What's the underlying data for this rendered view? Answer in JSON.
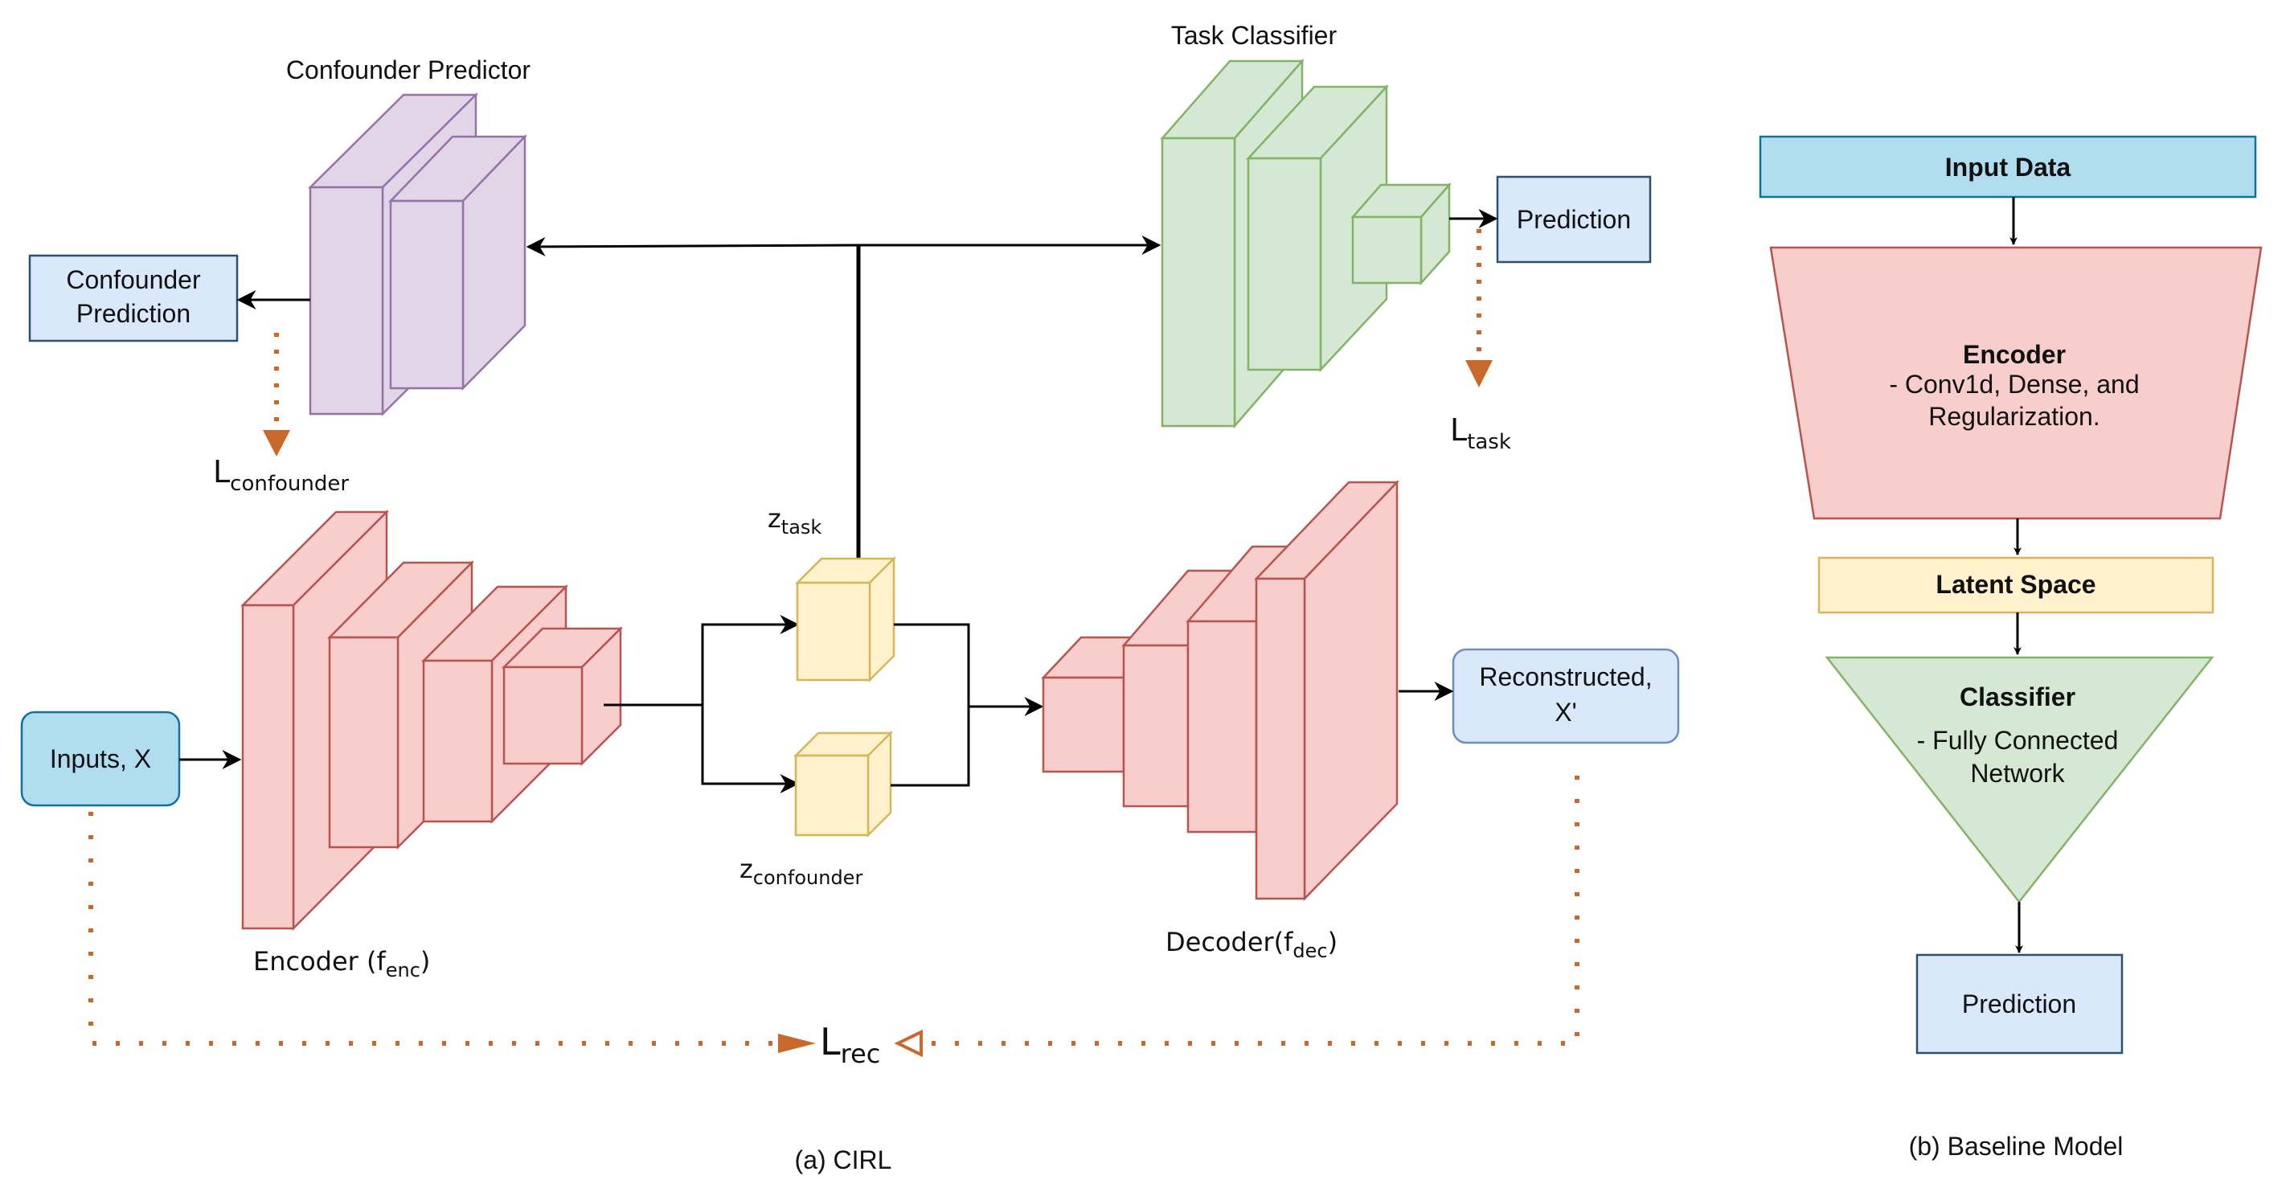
{
  "cirl": {
    "confounder_predictor": "Confounder Predictor",
    "confounder_prediction": [
      "Confounder",
      "Prediction"
    ],
    "l_confounder": {
      "main": "L",
      "sub": "confounder"
    },
    "task_classifier": "Task Classifier",
    "prediction": "Prediction",
    "l_task": {
      "main": "L",
      "sub": "task"
    },
    "z_task": {
      "main": "z",
      "sub": "task"
    },
    "z_confounder": {
      "main": "z",
      "sub": "confounder"
    },
    "inputs": "Inputs, X",
    "encoder": {
      "main": "Encoder (f",
      "sub": "enc",
      "tail": ")"
    },
    "decoder": {
      "main": "Decoder(f",
      "sub": "dec",
      "tail": ")"
    },
    "reconstructed": [
      "Reconstructed,",
      "X'"
    ],
    "l_rec": {
      "main": "L",
      "sub": "rec"
    },
    "caption": "(a) CIRL"
  },
  "baseline": {
    "input_data": "Input Data",
    "encoder_title": "Encoder",
    "encoder_desc": [
      "- Conv1d, Dense, and",
      "Regularization."
    ],
    "latent_space": "Latent Space",
    "classifier_title": "Classifier",
    "classifier_desc": [
      "- Fully Connected",
      "Network"
    ],
    "prediction": "Prediction",
    "caption": "(b) Baseline Model"
  },
  "colors": {
    "purple_fill": "#e1d5e7",
    "purple_stroke": "#9673a6",
    "green_fill": "#d5e8d4",
    "green_stroke": "#82b366",
    "red_fill": "#f8cecc",
    "red_stroke": "#b85450",
    "yellow_fill": "#fff2cc",
    "yellow_stroke": "#d6b656",
    "blue_fill": "#dae8fc",
    "blue_stroke": "#2f4f6f",
    "teal_fill": "#b1ddf0",
    "teal_stroke": "#10739e",
    "loss_orange": "#c8682a"
  }
}
